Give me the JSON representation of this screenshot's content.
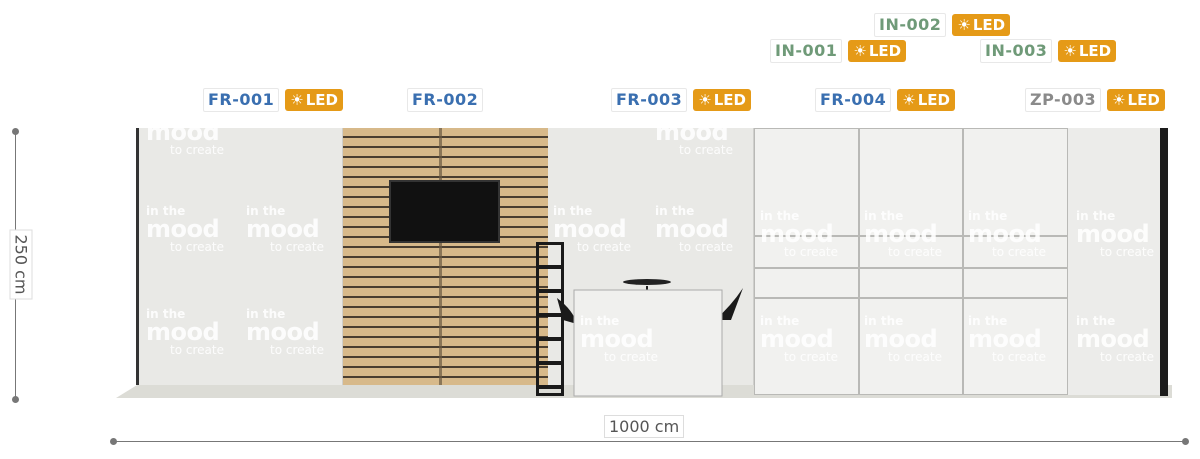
{
  "tags": {
    "fr001": {
      "code": "FR-001",
      "led": "LED",
      "color": "#3a6fb0"
    },
    "fr002": {
      "code": "FR-002",
      "color": "#3a6fb0"
    },
    "fr003": {
      "code": "FR-003",
      "led": "LED",
      "color": "#3a6fb0"
    },
    "fr004": {
      "code": "FR-004",
      "led": "LED",
      "color": "#3a6fb0"
    },
    "in001": {
      "code": "IN-001",
      "led": "LED",
      "color": "#6f9a78"
    },
    "in002": {
      "code": "IN-002",
      "led": "LED",
      "color": "#6f9a78"
    },
    "in003": {
      "code": "IN-003",
      "led": "LED",
      "color": "#6f9a78"
    },
    "zp003": {
      "code": "ZP-003",
      "led": "LED",
      "color": "#8a8a8a"
    }
  },
  "led_color": "#e59a17",
  "led_icon": "sun-icon",
  "watermark": {
    "line1": "in the",
    "line2": "mood",
    "line3": "to create"
  },
  "dimensions": {
    "height": "250 cm",
    "width": "1000 cm"
  }
}
